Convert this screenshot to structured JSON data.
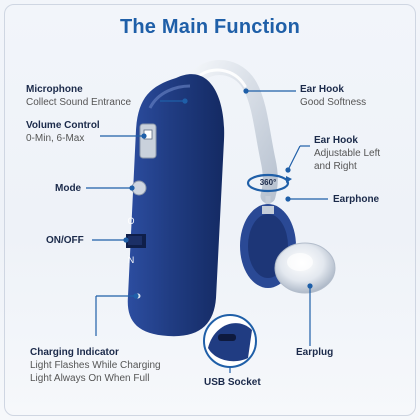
{
  "title": "The Main Function",
  "labels": {
    "microphone": {
      "name": "Microphone",
      "desc": "Collect Sound Entrance"
    },
    "volume": {
      "name": "Volume Control",
      "desc": "0-Min, 6-Max"
    },
    "mode": {
      "name": "Mode"
    },
    "onoff": {
      "name": "ON/OFF"
    },
    "charging": {
      "name": "Charging Indicator",
      "desc1": "Light Flashes While Charging",
      "desc2": "Light Always On When Full"
    },
    "usb": {
      "name": "USB Socket"
    },
    "earhook_soft": {
      "name": "Ear Hook",
      "desc": "Good Softness"
    },
    "earhook_adj": {
      "name": "Ear Hook",
      "desc1": "Adjustable Left",
      "desc2": "and Right"
    },
    "earphone": {
      "name": "Earphone"
    },
    "earplug": {
      "name": "Earplug"
    }
  },
  "device_marks": {
    "switch_on": "O",
    "switch_off": "N",
    "rotation": "360°"
  },
  "colors": {
    "title": "#1f5fa8",
    "accent": "#1f5fa8",
    "device": "#203c82",
    "device_dark": "#142a63",
    "hook": "#d4dbe5"
  }
}
